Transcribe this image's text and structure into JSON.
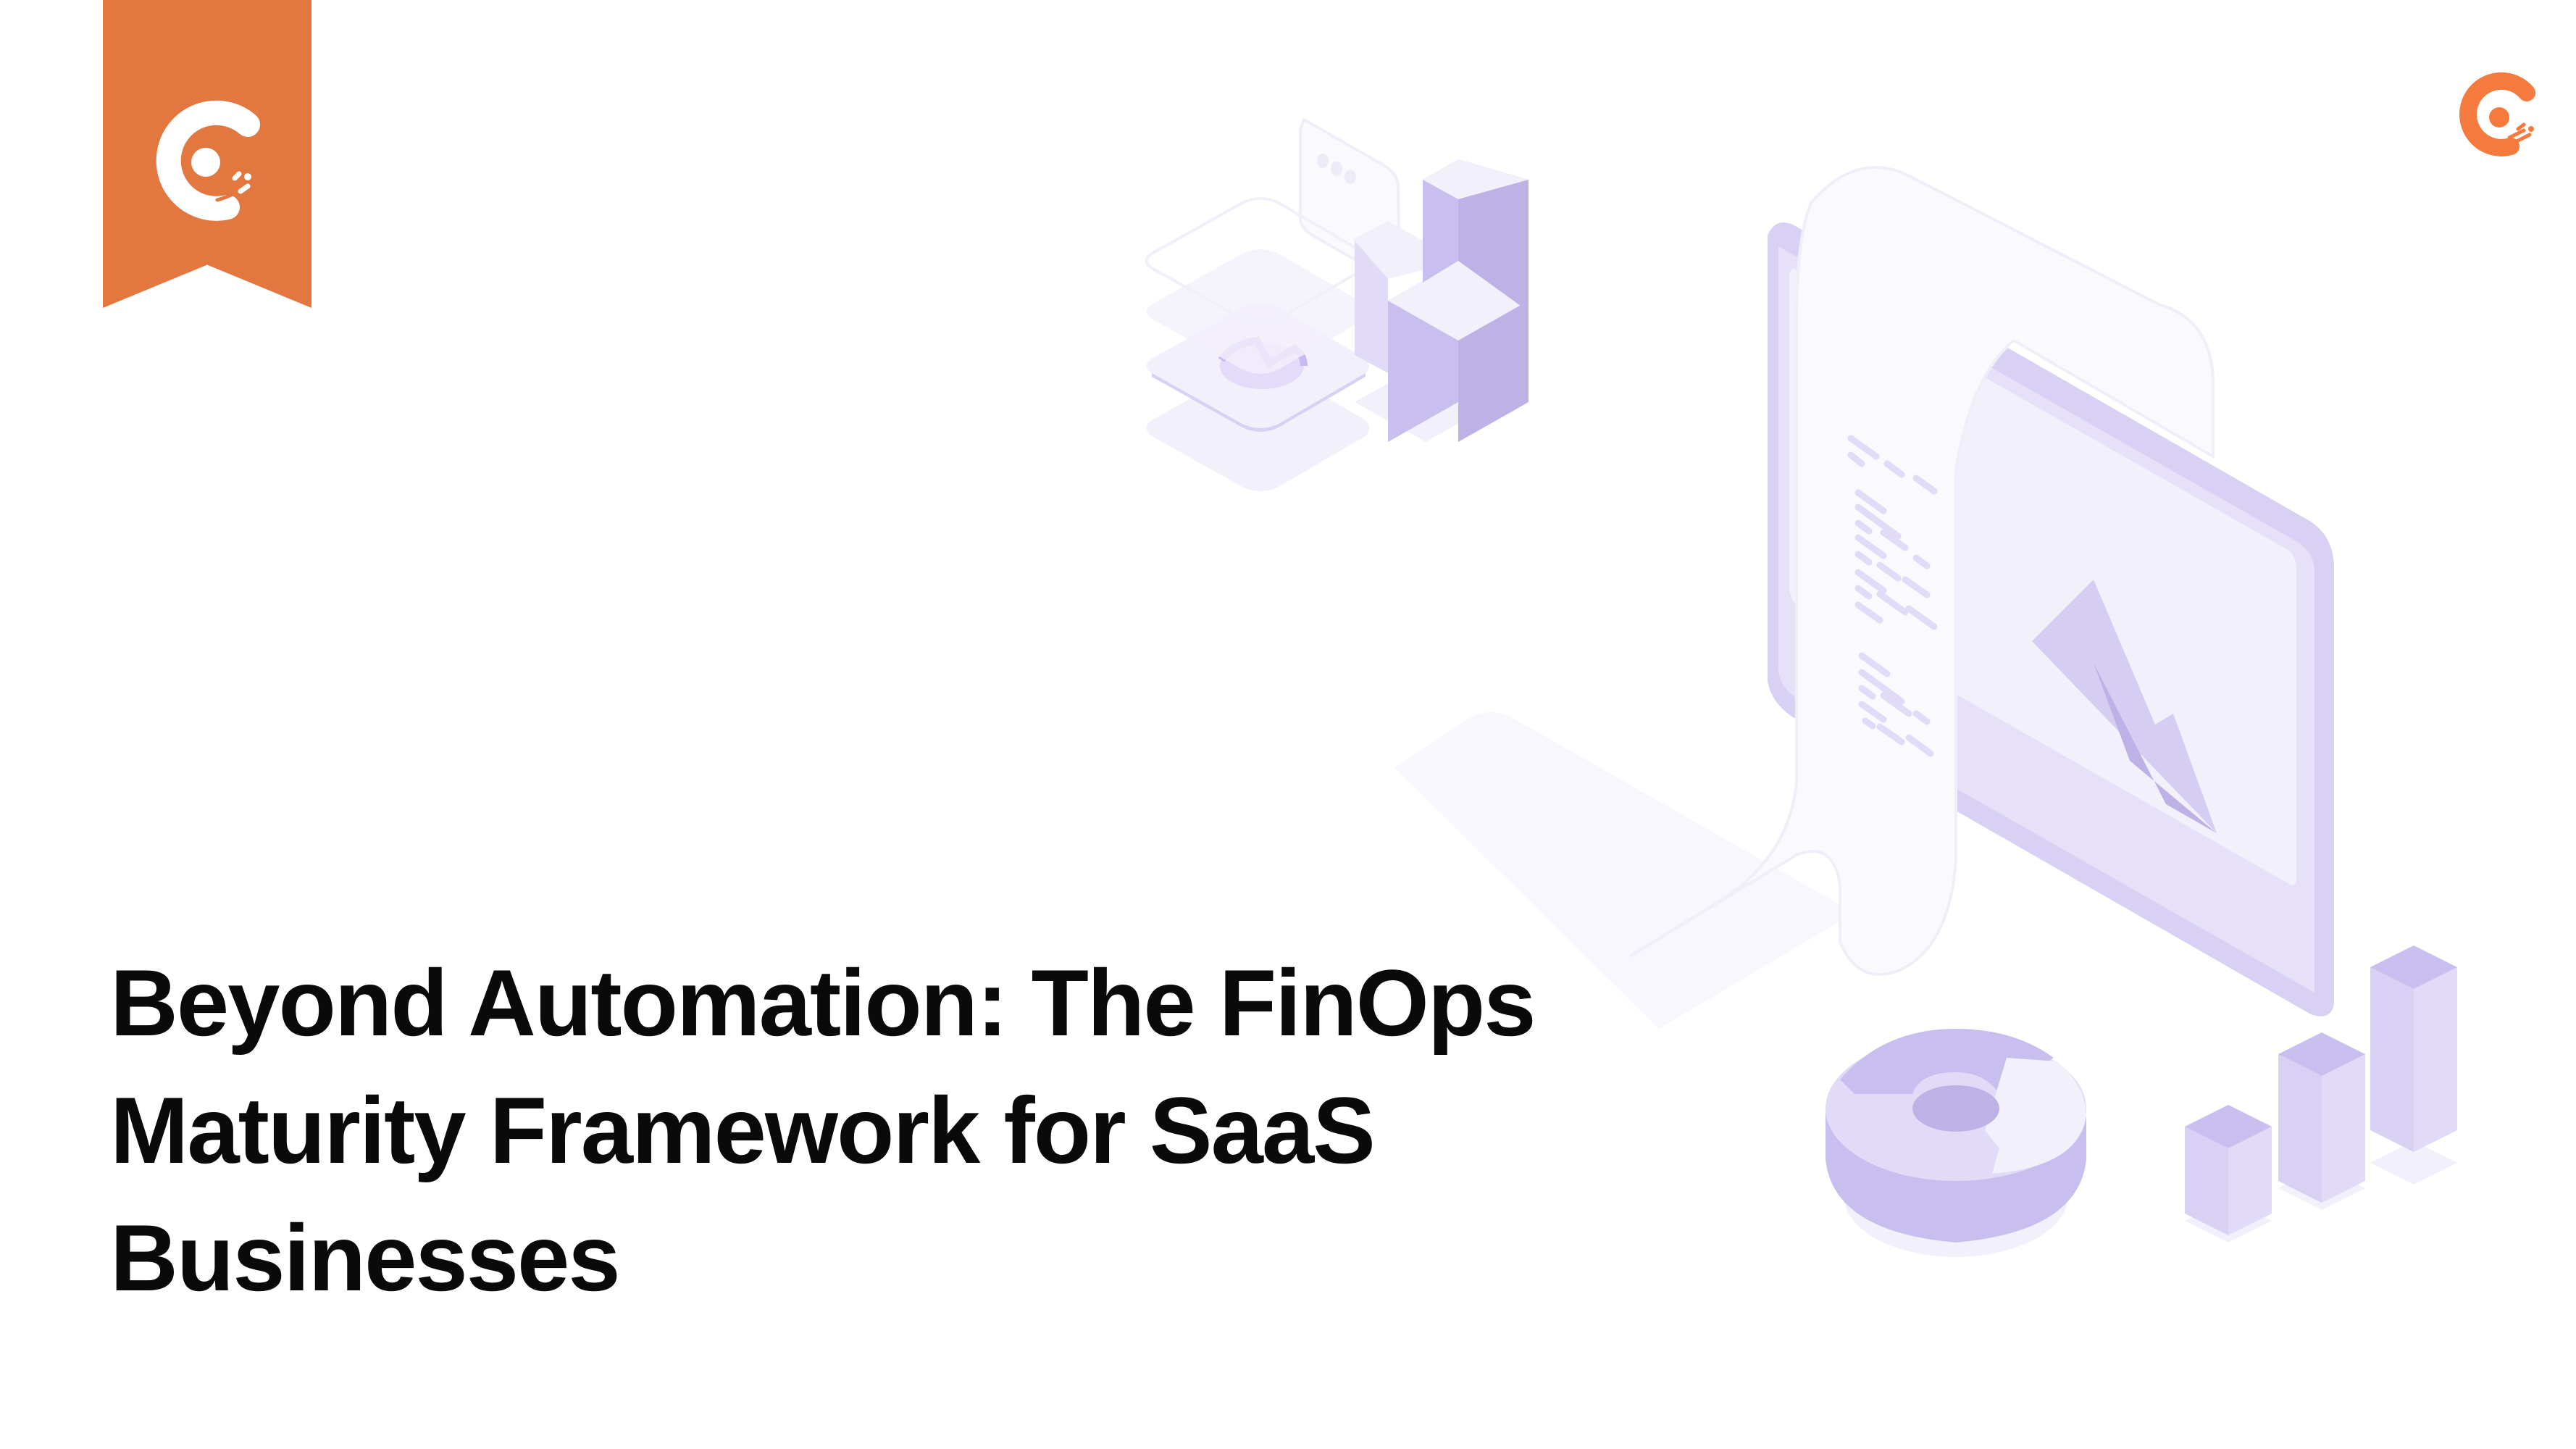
{
  "brand": {
    "name": "Chargebee",
    "primary_color": "#E2773F",
    "logo_color": "#F47A3D",
    "ribbon_logo_icon": "chargebee-c-logo-icon",
    "corner_logo_icon": "chargebee-c-logo-icon"
  },
  "headline": {
    "lines": [
      "Beyond Automation: The FinOps",
      "Maturity Framework for SaaS",
      "Businesses"
    ],
    "color": "#0A0A0A"
  },
  "illustration": {
    "description": "isometric finance illustration",
    "palette": {
      "light": "#F2F0FB",
      "mid": "#E1DBF8",
      "accent": "#C9BFEE",
      "dark": "#BDB1E6"
    },
    "elements": [
      "chat-bubble-icon",
      "stacked-bar-blocks",
      "layered-pie-chart-tiles",
      "receipt-scroll",
      "monitor-with-line-chart",
      "donut-chart-3d",
      "rising-bar-columns"
    ]
  }
}
